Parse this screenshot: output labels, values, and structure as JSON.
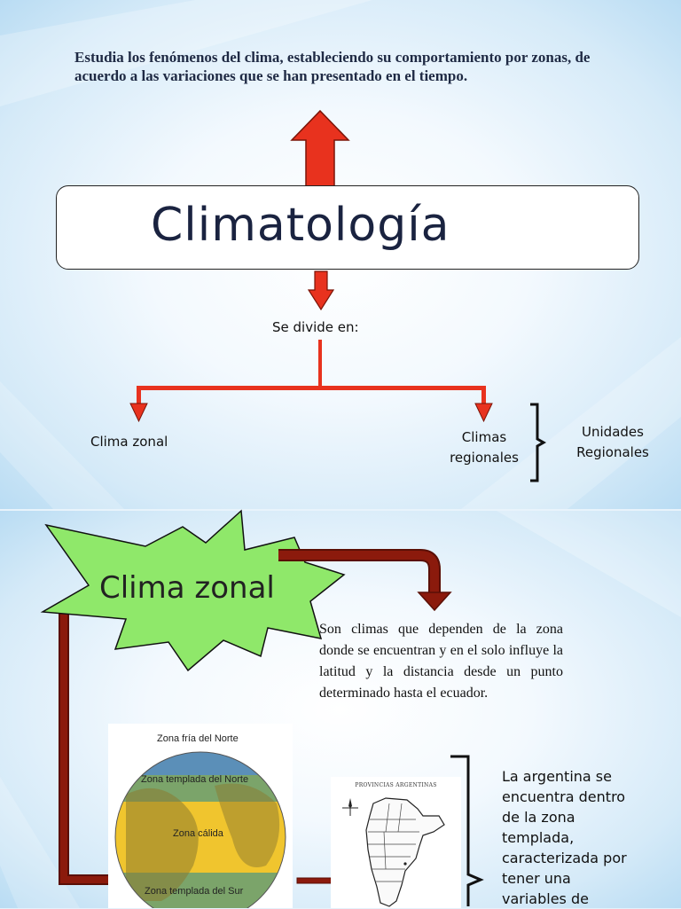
{
  "slide1": {
    "intro_text": "Estudia los fenómenos del clima, estableciendo su comportamiento por zonas, de acuerdo a las variaciones que se han presentado en el tiempo.",
    "title": "Climatología",
    "divide_label": "Se divide en:",
    "branch_left": "Clima zonal",
    "branch_right_line1": "Climas",
    "branch_right_line2": "regionales",
    "bracket_label_line1": "Unidades",
    "bracket_label_line2": "Regionales"
  },
  "slide2": {
    "star_title": "Clima zonal",
    "description": "Son climas que dependen de la zona donde se encuentran y en el solo influye la latitud y la distancia desde un punto determinado hasta el ecuador.",
    "globe_zones": {
      "north_cold": "Zona fría del Norte",
      "north_temperate": "Zona templada del Norte",
      "warm": "Zona cálida",
      "south_temperate": "Zona templada del Sur"
    },
    "map_title": "PROVINCIAS ARGENTINAS",
    "argentina_text": "La argentina se encuentra dentro de la zona templada, caracterizada por tener una variables de"
  },
  "colors": {
    "arrow_red": "#e8321e",
    "arrow_dark_red": "#7a1408",
    "star_green": "#8fe86a",
    "text_navy": "#1f2a44"
  }
}
